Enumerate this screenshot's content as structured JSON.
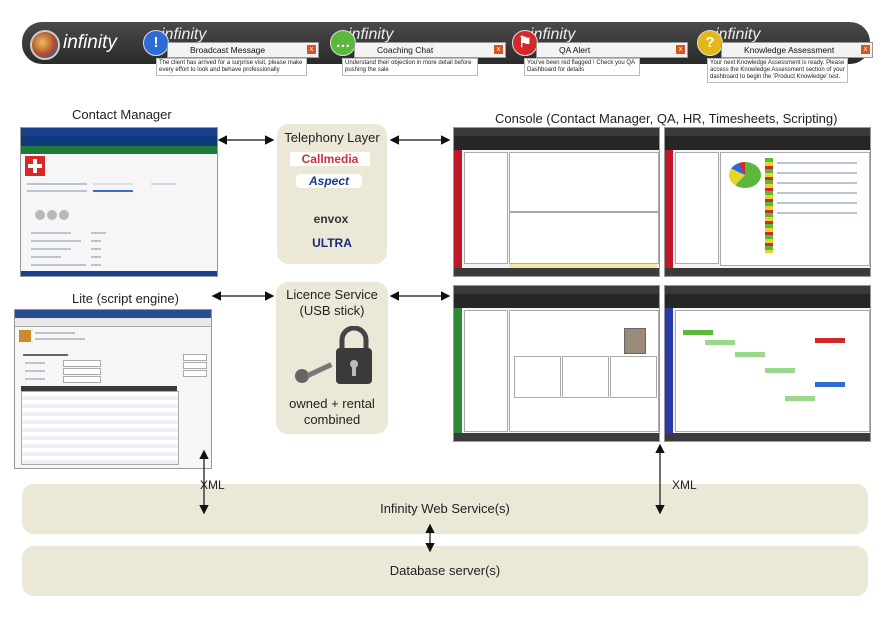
{
  "banner": {
    "brand": "infinity",
    "notifications": [
      {
        "title": "Broadcast Message",
        "body": "The client has arrived for a surprise visit, please make every effort to look and behave professionally",
        "icon": "info-icon",
        "color": "#2f6bd6",
        "glyph": "!"
      },
      {
        "title": "Coaching Chat",
        "body": "Understand their objection in more detail before pushing the sale",
        "icon": "chat-icon",
        "color": "#5bb83b",
        "glyph": "…"
      },
      {
        "title": "QA Alert",
        "body": "You've been red flagged ! Check you QA Dashboard for details",
        "icon": "flag-icon",
        "color": "#d22a2a",
        "glyph": "⚑"
      },
      {
        "title": "Knowledge Assessment",
        "body": "Your next Knowledge Assessment is ready. Please access the Knowledge Assessment section of your dashboard to begin the 'Product Knowledge' test.",
        "icon": "question-icon",
        "color": "#e5b81a",
        "glyph": "?"
      }
    ]
  },
  "sections": {
    "contact_manager": "Contact Manager",
    "lite": "Lite (script engine)",
    "console": "Console (Contact Manager, QA, HR, Timesheets, Scripting)"
  },
  "telephony": {
    "title": "Telephony Layer",
    "vendors": [
      "Callmedia",
      "Aspect",
      "envox",
      "ULTRA"
    ]
  },
  "licence": {
    "title_line1": "Licence Service",
    "title_line2": "(USB stick)",
    "caption_line1": "owned + rental",
    "caption_line2": "combined"
  },
  "xml_left": "XML",
  "xml_right": "XML",
  "web_service": "Infinity Web Service(s)",
  "database": "Database server(s)"
}
